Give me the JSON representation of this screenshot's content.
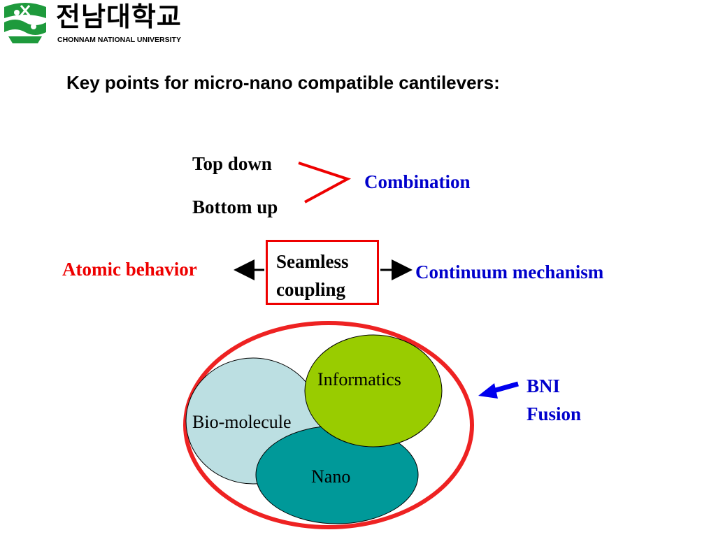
{
  "header": {
    "logo_korean": "전남대학교",
    "logo_english": "CHONNAM NATIONAL UNIVERSITY",
    "logo_icon": "university-emblem-icon",
    "emblem_colors": {
      "green": "#1e9a3c",
      "white": "#ffffff"
    }
  },
  "slide": {
    "title": "Key points for micro-nano compatible cantilevers:",
    "approach": {
      "top": "Top down",
      "bottom": "Bottom up",
      "result": "Combination"
    },
    "coupling": {
      "left": "Atomic behavior",
      "center_line1": "Seamless",
      "center_line2": "coupling",
      "right": "Continuum mechanism"
    },
    "venn": {
      "bio": "Bio-molecule",
      "informatics": "Informatics",
      "nano": "Nano"
    },
    "fusion": {
      "line1": "BNI",
      "line2": "Fusion"
    }
  },
  "colors": {
    "red": "#ee0000",
    "blue": "#0000cc",
    "bio_fill": "#bcdfe2",
    "informatics_fill": "#99cc00",
    "nano_fill": "#009999"
  }
}
